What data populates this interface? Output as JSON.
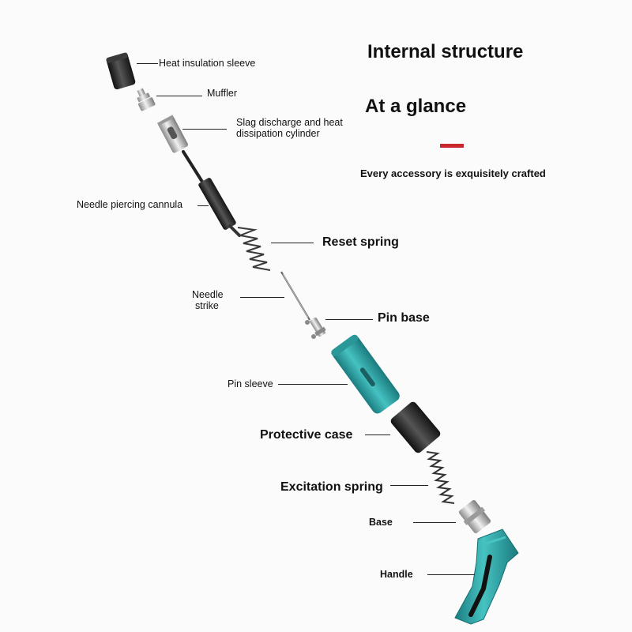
{
  "header": {
    "title": "Internal structure",
    "subtitle": "At a glance",
    "tagline": "Every accessory is exquisitely crafted"
  },
  "labels": {
    "heat_insulation_sleeve": "Heat insulation sleeve",
    "muffler": "Muffler",
    "slag_line1": "Slag discharge and heat",
    "slag_line2": "dissipation cylinder",
    "needle_piercing_cannula": "Needle piercing cannula",
    "reset_spring": "Reset spring",
    "needle_strike_line1": "Needle",
    "needle_strike_line2": "strike",
    "pin_base": "Pin base",
    "pin_sleeve": "Pin sleeve",
    "protective_case": "Protective case",
    "excitation_spring": "Excitation spring",
    "base": "Base",
    "handle": "Handle"
  },
  "colors": {
    "accent": "#c8282d",
    "teal": "#2aa6a6",
    "teal_dark": "#1b7d80",
    "metal": "#b9b9b9",
    "dark": "#2a2a2a"
  }
}
